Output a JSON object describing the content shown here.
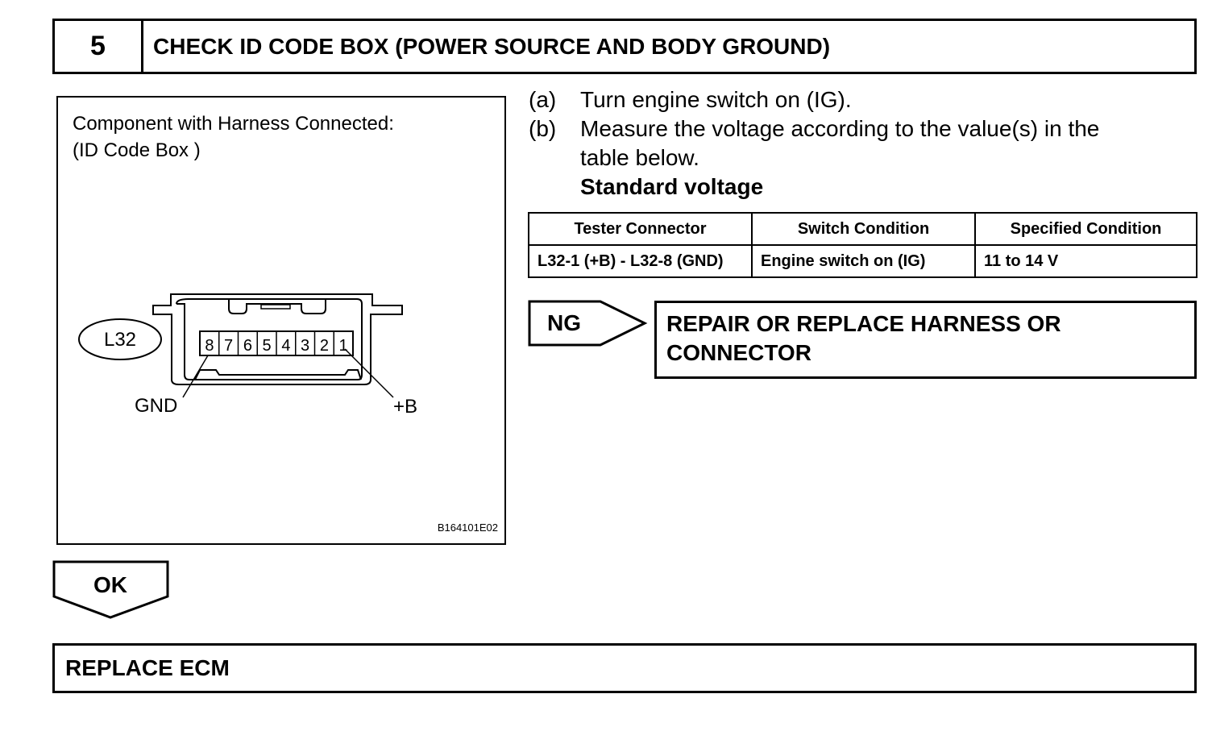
{
  "step": {
    "number": "5",
    "title": "CHECK ID CODE BOX (POWER SOURCE AND BODY GROUND)"
  },
  "figure": {
    "caption_line1": "Component with Harness Connected:",
    "caption_line2": "(ID Code Box )",
    "connector_id": "L32",
    "pins": [
      "8",
      "7",
      "6",
      "5",
      "4",
      "3",
      "2",
      "1"
    ],
    "label_gnd": "GND",
    "label_b": "+B",
    "figure_code": "B164101E02"
  },
  "instructions": [
    {
      "letter": "(a)",
      "text": "Turn engine switch on (IG)."
    },
    {
      "letter": "(b)",
      "text_line1": "Measure the voltage according to the value(s) in the",
      "text_line2": "table below."
    }
  ],
  "standard_label": "Standard voltage",
  "table": {
    "headers": [
      "Tester Connector",
      "Switch Condition",
      "Specified Condition"
    ],
    "rows": [
      [
        "L32-1 (+B) - L32-8 (GND)",
        "Engine switch on (IG)",
        "11 to 14 V"
      ]
    ]
  },
  "ng": {
    "label": "NG",
    "result_line1": "REPAIR OR REPLACE HARNESS OR",
    "result_line2": "CONNECTOR"
  },
  "ok": {
    "label": "OK"
  },
  "final": {
    "text": "REPLACE ECM"
  }
}
